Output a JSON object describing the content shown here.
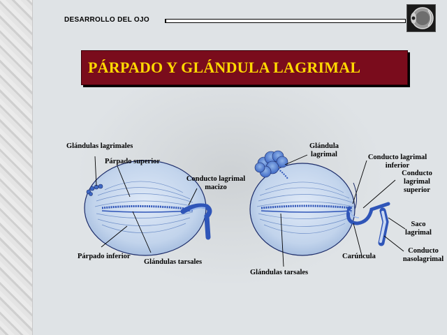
{
  "header": {
    "section_title": "DESARROLLO DEL OJO",
    "thumbnail_icon": "eye-anatomy-icon"
  },
  "title": "PÁRPADO Y GLÁNDULA LAGRIMAL",
  "colors": {
    "title_background": "#7a0c1c",
    "title_text": "#ffd900",
    "duct_blue": "#2f55b8",
    "eyelid_fill": "#c8d8ee"
  },
  "left_diagram": {
    "labels": {
      "glandulas_lagrimales": "Glándulas lagrimales",
      "parpado_superior": "Párpado superior",
      "conducto_lagrimal_macizo_1": "Conducto lagrimal",
      "conducto_lagrimal_macizo_2": "macizo",
      "parpado_inferior": "Párpado inferior",
      "glandulas_tarsales": "Glándulas tarsales"
    }
  },
  "right_diagram": {
    "labels": {
      "glandula_lagrimal_1": "Glándula",
      "glandula_lagrimal_2": "lagrimal",
      "conducto_inferior_1": "Conducto lagrimal",
      "conducto_inferior_2": "inferior",
      "conducto_superior_1": "Conducto",
      "conducto_superior_2": "lagrimal",
      "conducto_superior_3": "superior",
      "saco_lagrimal_1": "Saco",
      "saco_lagrimal_2": "lagrimal",
      "caruncula": "Carúncula",
      "conducto_nasolagrimal_1": "Conducto",
      "conducto_nasolagrimal_2": "nasolagrimal",
      "glandulas_tarsales": "Glándulas tarsales"
    }
  }
}
